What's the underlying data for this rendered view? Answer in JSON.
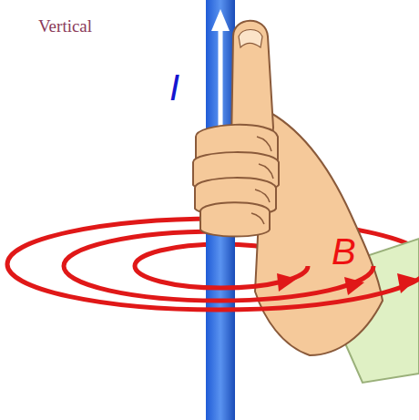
{
  "diagram": {
    "labels": [
      "Vertical",
      "I",
      "B"
    ]
  }
}
